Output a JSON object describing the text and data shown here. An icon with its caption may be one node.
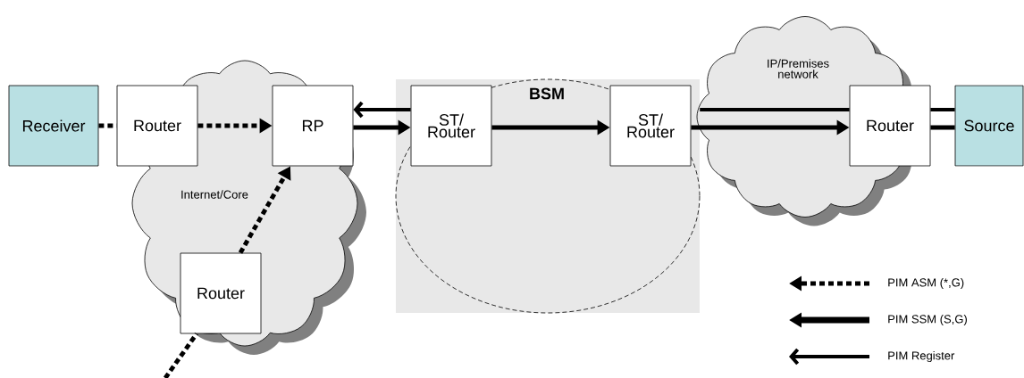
{
  "diagram": {
    "nodes": [
      {
        "text": [
          "Internet/Core"
        ]
      },
      {
        "text": [
          "Receiver"
        ]
      },
      {
        "text": [
          "Router"
        ]
      },
      {
        "text": [
          "RP"
        ],
        "in": 0
      },
      {
        "text": [
          "Router"
        ],
        "in": 0
      },
      {
        "text": [
          "BSM"
        ]
      },
      {
        "text": [
          "ST/ Router"
        ],
        "in": 5
      },
      {
        "text": [
          "ST/ Router"
        ],
        "in": 5
      },
      {
        "text": [
          "IP/Premises network"
        ]
      },
      {
        "text": [
          "Router"
        ],
        "in": 8
      },
      {
        "text": [
          "Source"
        ]
      }
    ],
    "edges": [
      {
        "from": 1,
        "to": 2,
        "arrow": "none",
        "style": "dashed"
      },
      {
        "from": 2,
        "to": 3,
        "arrow": "to",
        "style": "dashed"
      },
      {
        "from": 4,
        "to": 3,
        "arrow": "to",
        "style": "dashed"
      },
      {
        "from": null,
        "to": 4,
        "arrow": "none",
        "style": "dashed"
      },
      {
        "from": 6,
        "to": 3,
        "arrow": "to"
      },
      {
        "from": 3,
        "to": 6,
        "arrow": "to"
      },
      {
        "from": 6,
        "to": 7,
        "arrow": "to"
      },
      {
        "from": 7,
        "to": 9,
        "arrow": "to"
      },
      {
        "from": 9,
        "to": 5,
        "arrow": "none"
      },
      {
        "from": 10,
        "to": 9,
        "arrow": "none"
      },
      {
        "from": 10,
        "to": 9,
        "arrow": "none"
      }
    ],
    "legend": [
      {
        "text": "PIM ASM (*,G)"
      },
      {
        "text": "PIM SSM (S,G)"
      },
      {
        "text": "PIM Register"
      }
    ]
  }
}
